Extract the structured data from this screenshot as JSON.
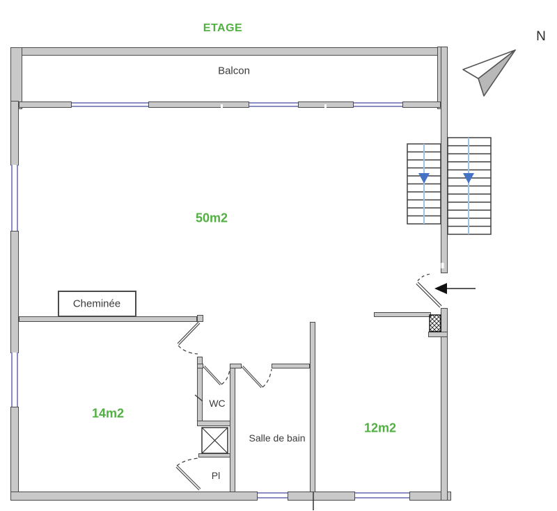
{
  "floor_plan": {
    "title": "ETAGE",
    "compass": {
      "label": "N"
    },
    "rooms": [
      {
        "id": "balcony",
        "label": "Balcon"
      },
      {
        "id": "living-room",
        "label": "50m2"
      },
      {
        "id": "bedroom-1",
        "label": "14m2"
      },
      {
        "id": "bedroom-2",
        "label": "12m2"
      },
      {
        "id": "wc",
        "label": "WC"
      },
      {
        "id": "bathroom",
        "label": "Salle de bain"
      },
      {
        "id": "closet",
        "label": "Pl"
      }
    ],
    "features": [
      {
        "id": "fireplace",
        "label": "Cheminée"
      }
    ],
    "colors": {
      "title_green": "#52b043",
      "wall_fill": "#c9c9c9",
      "wall_edge": "#4a4a4a",
      "window_blue": "#8a8cc3",
      "stair_guide_blue": "#9cc2e5",
      "stair_arrow_blue": "#4472c4",
      "label_dark": "#3a3a3a"
    }
  }
}
